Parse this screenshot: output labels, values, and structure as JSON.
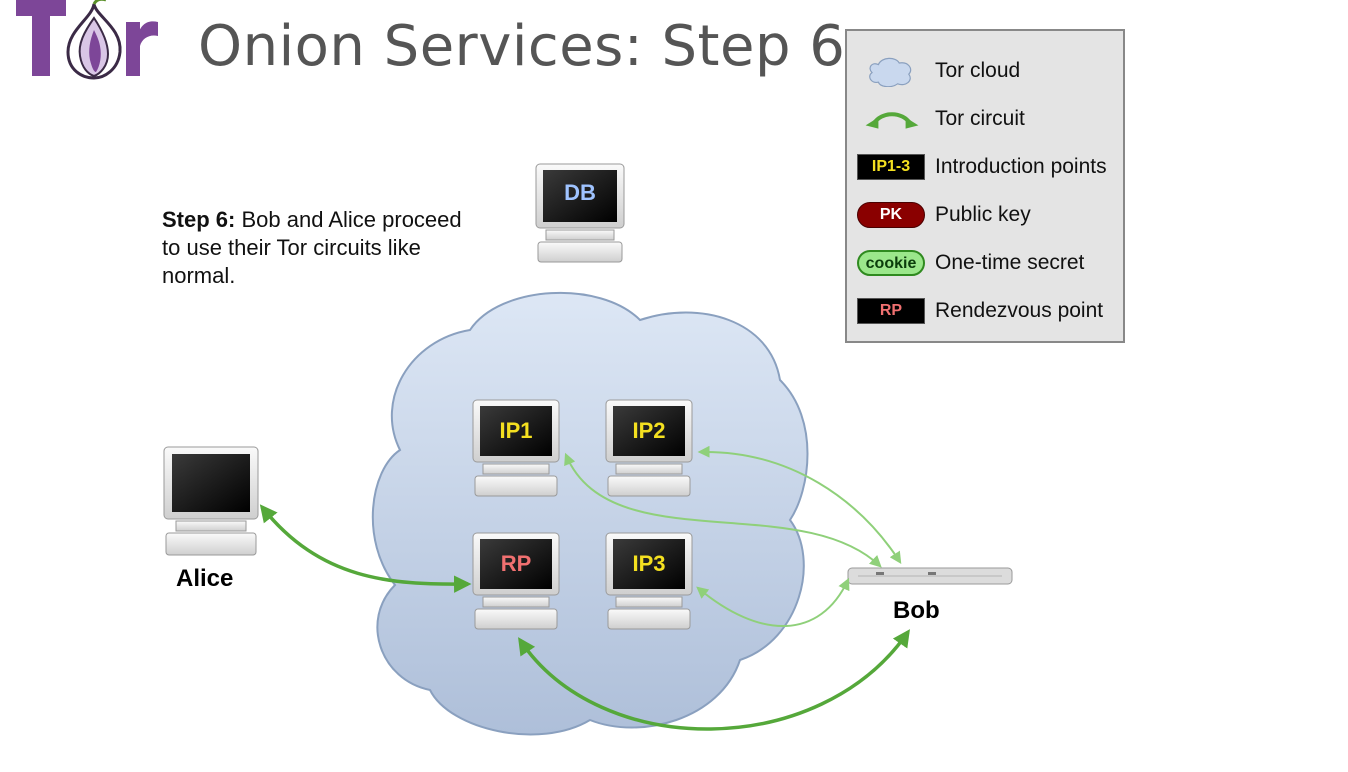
{
  "header": {
    "logo_text": "Tor",
    "title": "Onion Services: Step 6"
  },
  "step": {
    "label": "Step 6:",
    "text": " Bob and Alice proceed to use their Tor circuits like normal."
  },
  "legend": {
    "items": [
      {
        "icon": "cloud-icon",
        "label": "Tor cloud"
      },
      {
        "icon": "circuit-arrow-icon",
        "label": "Tor circuit"
      },
      {
        "icon": "chip-ip",
        "chip_text": "IP1-3",
        "label": "Introduction points"
      },
      {
        "icon": "chip-pk",
        "chip_text": "PK",
        "label": "Public key"
      },
      {
        "icon": "chip-cookie",
        "chip_text": "cookie",
        "label": "One-time secret"
      },
      {
        "icon": "chip-rp",
        "chip_text": "RP",
        "label": "Rendezvous point"
      }
    ]
  },
  "nodes": {
    "db": "DB",
    "ip1": "IP1",
    "ip2": "IP2",
    "ip3": "IP3",
    "rp": "RP",
    "alice": "Alice",
    "bob": "Bob"
  },
  "colors": {
    "purple": "#7d4698",
    "ip_text": "#f4e020",
    "db_text": "#9fc3ff",
    "rp_text": "#f07070",
    "circuit_strong": "#55a83a",
    "circuit_light": "#8fd07a",
    "cloud": "#c9d8ee"
  }
}
